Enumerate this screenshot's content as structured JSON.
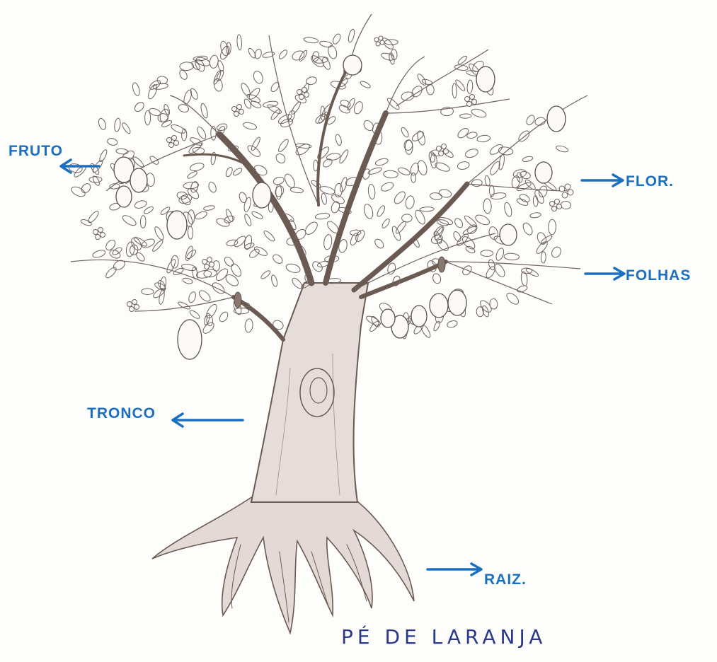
{
  "diagram": {
    "caption": "PÉ DE LARANJA",
    "labels": {
      "fruit": "FRUTO",
      "flower": "FLOR.",
      "leaves": "FOLHAS",
      "trunk": "TRONCO",
      "root": "RAIZ."
    },
    "colors": {
      "label_ink": "#1a6fc0",
      "caption_ink": "#2a3a86",
      "pencil": "#6b5a52",
      "trunk_shade": "#e6ddda"
    }
  }
}
